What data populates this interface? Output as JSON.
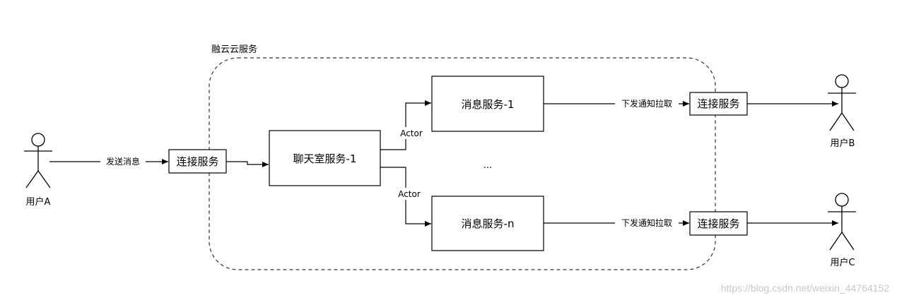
{
  "region": {
    "label": "融云云服务"
  },
  "actors": {
    "a": {
      "label": "用户A"
    },
    "b": {
      "label": "用户B"
    },
    "c": {
      "label": "用户C"
    }
  },
  "boxes": {
    "conn_in": "连接服务",
    "chatroom": "聊天室服务-1",
    "msg1": "消息服务-1",
    "msgn": "消息服务-n",
    "conn_b": "连接服务",
    "conn_c": "连接服务"
  },
  "edges": {
    "send": "发送消息",
    "actor_top": "Actor",
    "actor_bottom": "Actor",
    "notify_b": "下发通知拉取",
    "notify_c": "下发通知拉取"
  },
  "ellipsis": "...",
  "watermark": "https://blog.csdn.net/weixin_44764152"
}
